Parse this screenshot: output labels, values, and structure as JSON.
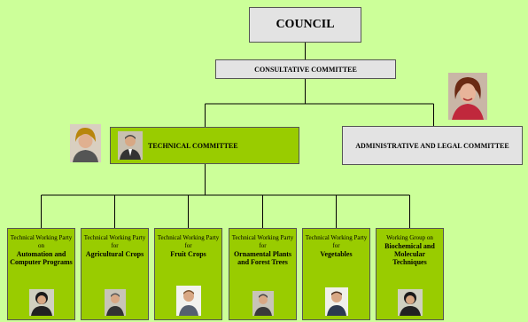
{
  "nodes": {
    "council": "COUNCIL",
    "consultative": "CONSULTATIVE COMMITTEE",
    "technical": "TECHNICAL COMMITTEE",
    "administrative": "ADMINISTRATIVE AND LEGAL COMMITTEE"
  },
  "working_parties": [
    {
      "prefix": "Technical Working Party on",
      "name": "Automation and Computer Programs"
    },
    {
      "prefix": "Technical Working Party for",
      "name": "Agricultural Crops"
    },
    {
      "prefix": "Technical Working Party for",
      "name": "Fruit Crops"
    },
    {
      "prefix": "Technical Working Party for",
      "name": "Ornamental Plants and Forest Trees"
    },
    {
      "prefix": "Technical Working Party for",
      "name": "Vegetables"
    },
    {
      "prefix": "Working Group on",
      "name": "Biochemical and Molecular Techniques"
    }
  ],
  "colors": {
    "background": "#ccff99",
    "committee_green": "#99cc00",
    "committee_grey": "#e3e3e3",
    "connector": "#000000"
  },
  "icons": {
    "person_photo": "person-photo-icon"
  }
}
